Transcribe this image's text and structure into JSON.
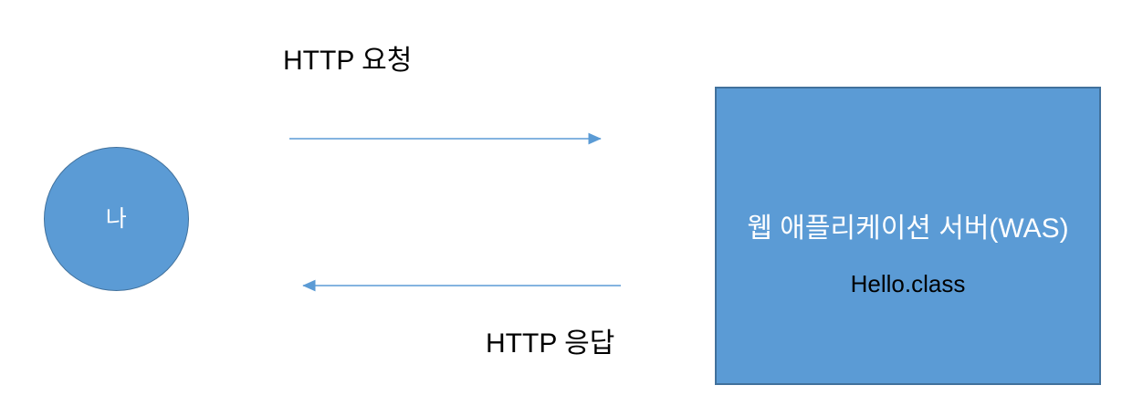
{
  "diagram": {
    "title": "HTTP request response flow between client and WAS",
    "background_color": "#ffffff",
    "shape_fill_color": "#5b9bd5",
    "shape_border_color": "#41719c",
    "arrow_color": "#5b9bd5",
    "client": {
      "label": "나",
      "text_color": "#ffffff",
      "shape": "circle"
    },
    "server": {
      "title": "웹 애플리케이션 서버(WAS)",
      "subtitle": "Hello.class",
      "title_color": "#ffffff",
      "subtitle_color": "#000000",
      "shape": "rectangle"
    },
    "edges": [
      {
        "label": "HTTP 요청",
        "direction": "client-to-server",
        "icon": "arrow-right-icon"
      },
      {
        "label": "HTTP 응답",
        "direction": "server-to-client",
        "icon": "arrow-left-icon"
      }
    ]
  }
}
